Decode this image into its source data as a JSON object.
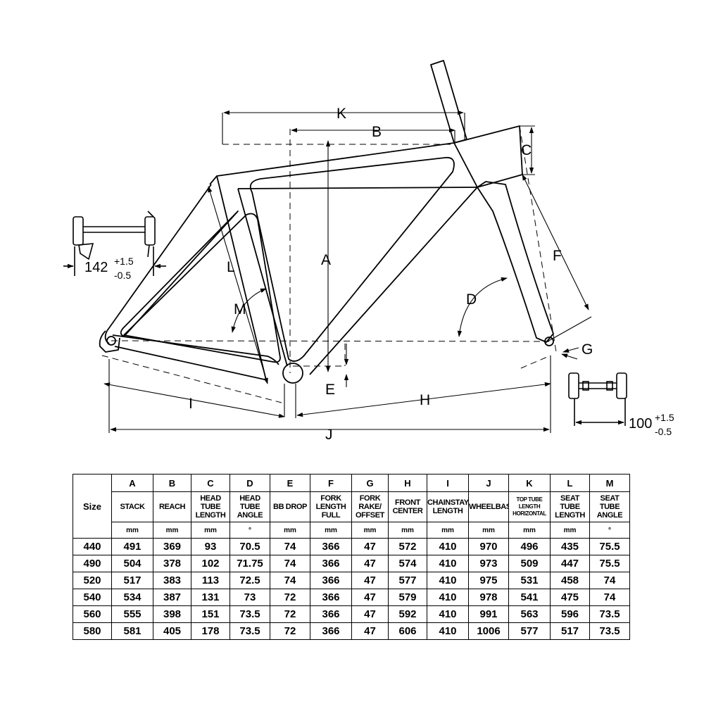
{
  "diagram": {
    "labels": {
      "A": "A",
      "B": "B",
      "C": "C",
      "D": "D",
      "E": "E",
      "F": "F",
      "G": "G",
      "H": "H",
      "I": "I",
      "J": "J",
      "K": "K",
      "L": "L",
      "M": "M"
    },
    "rear_axle": {
      "nominal": "142",
      "plus": "+1.5",
      "minus": "-0.5"
    },
    "front_axle": {
      "nominal": "100",
      "plus": "+1.5",
      "minus": "-0.5"
    }
  },
  "table": {
    "size_header": "Size",
    "columns": [
      {
        "letter": "A",
        "name": "STACK",
        "unit": "mm"
      },
      {
        "letter": "B",
        "name": "REACH",
        "unit": "mm"
      },
      {
        "letter": "C",
        "name": "HEAD TUBE LENGTH",
        "unit": "mm"
      },
      {
        "letter": "D",
        "name": "HEAD TUBE ANGLE",
        "unit": "°"
      },
      {
        "letter": "E",
        "name": "BB DROP",
        "unit": "mm"
      },
      {
        "letter": "F",
        "name": "FORK LENGTH FULL",
        "unit": "mm"
      },
      {
        "letter": "G",
        "name": "FORK RAKE/ OFFSET",
        "unit": "mm"
      },
      {
        "letter": "H",
        "name": "FRONT CENTER",
        "unit": "mm"
      },
      {
        "letter": "I",
        "name": "CHAINSTAY LENGTH",
        "unit": "mm"
      },
      {
        "letter": "J",
        "name": "WHEELBASE",
        "unit": "mm"
      },
      {
        "letter": "K",
        "name": "TOP TUBE LENGTH HORIZONTAL",
        "unit": "mm"
      },
      {
        "letter": "L",
        "name": "SEAT TUBE LENGTH",
        "unit": "mm"
      },
      {
        "letter": "M",
        "name": "SEAT TUBE ANGLE",
        "unit": "°"
      }
    ],
    "rows": [
      {
        "size": "440",
        "values": [
          "491",
          "369",
          "93",
          "70.5",
          "74",
          "366",
          "47",
          "572",
          "410",
          "970",
          "496",
          "435",
          "75.5"
        ]
      },
      {
        "size": "490",
        "values": [
          "504",
          "378",
          "102",
          "71.75",
          "74",
          "366",
          "47",
          "574",
          "410",
          "973",
          "509",
          "447",
          "75.5"
        ]
      },
      {
        "size": "520",
        "values": [
          "517",
          "383",
          "113",
          "72.5",
          "74",
          "366",
          "47",
          "577",
          "410",
          "975",
          "531",
          "458",
          "74"
        ]
      },
      {
        "size": "540",
        "values": [
          "534",
          "387",
          "131",
          "73",
          "72",
          "366",
          "47",
          "579",
          "410",
          "978",
          "541",
          "475",
          "74"
        ]
      },
      {
        "size": "560",
        "values": [
          "555",
          "398",
          "151",
          "73.5",
          "72",
          "366",
          "47",
          "592",
          "410",
          "991",
          "563",
          "596",
          "73.5"
        ]
      },
      {
        "size": "580",
        "values": [
          "581",
          "405",
          "178",
          "73.5",
          "72",
          "366",
          "47",
          "606",
          "410",
          "1006",
          "577",
          "517",
          "73.5"
        ]
      }
    ]
  }
}
